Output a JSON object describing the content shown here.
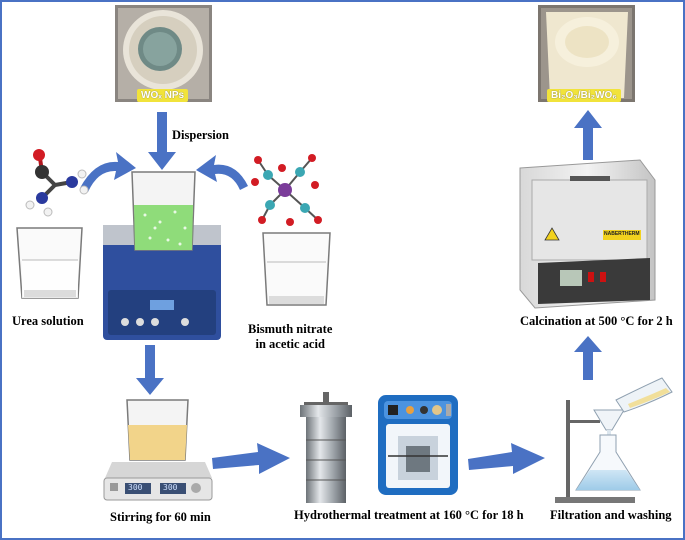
{
  "labels": {
    "wox_nps": "WOₓ NPs",
    "bi2o3_bi2wo6": "Bi₂O₃/Bi₂WO₆",
    "dispersion": "Dispersion",
    "urea_solution": "Urea solution",
    "bismuth_nitrate_line1": "Bismuth nitrate",
    "bismuth_nitrate_line2": "in acetic acid",
    "calcination": "Calcination at 500 °C for 2 h",
    "stirring": "Stirring for 60 min",
    "hydrothermal": "Hydrothermal  treatment at 160 °C for 18 h",
    "filtration": "Filtration and washing"
  },
  "equipment_text": {
    "stirrer_display_left": "300",
    "stirrer_display_right": "300",
    "furnace_brand": "NABERTHERM"
  },
  "colors": {
    "border": "#4a72c4",
    "arrow": "#4a72c4",
    "tag_bg": "#f1e33b",
    "green_solution": "#8fdc7a",
    "yellow_solution": "#f2d48a",
    "sonicator_blue": "#2f4f9e"
  }
}
